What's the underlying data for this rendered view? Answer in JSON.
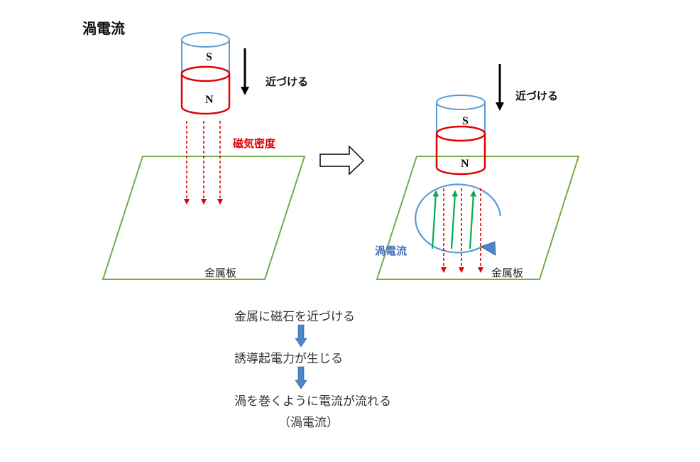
{
  "title": "渦電流",
  "left_panel": {
    "magnet": {
      "top_pole": "S",
      "bottom_pole": "N"
    },
    "approach_label": "近づける",
    "flux_label": "磁気密度",
    "plate_label": "金属板"
  },
  "transition_arrow": "right-hollow-arrow",
  "right_panel": {
    "magnet": {
      "top_pole": "S",
      "bottom_pole": "N"
    },
    "approach_label": "近づける",
    "eddy_label": "渦電流",
    "plate_label": "金属板"
  },
  "flow": {
    "steps": [
      "金属に磁石を近づける",
      "誘導起電力が生じる",
      "渦を巻くように電流が流れる"
    ],
    "note": "（渦電流）"
  },
  "colors": {
    "magnet_s": "#5b9bd5",
    "magnet_n": "#e00000",
    "plate": "#70ad47",
    "flux": "#e00000",
    "induced_field": "#00b050",
    "eddy_current": "#5b9bd5",
    "flow_arrow": "#4a86c8"
  }
}
